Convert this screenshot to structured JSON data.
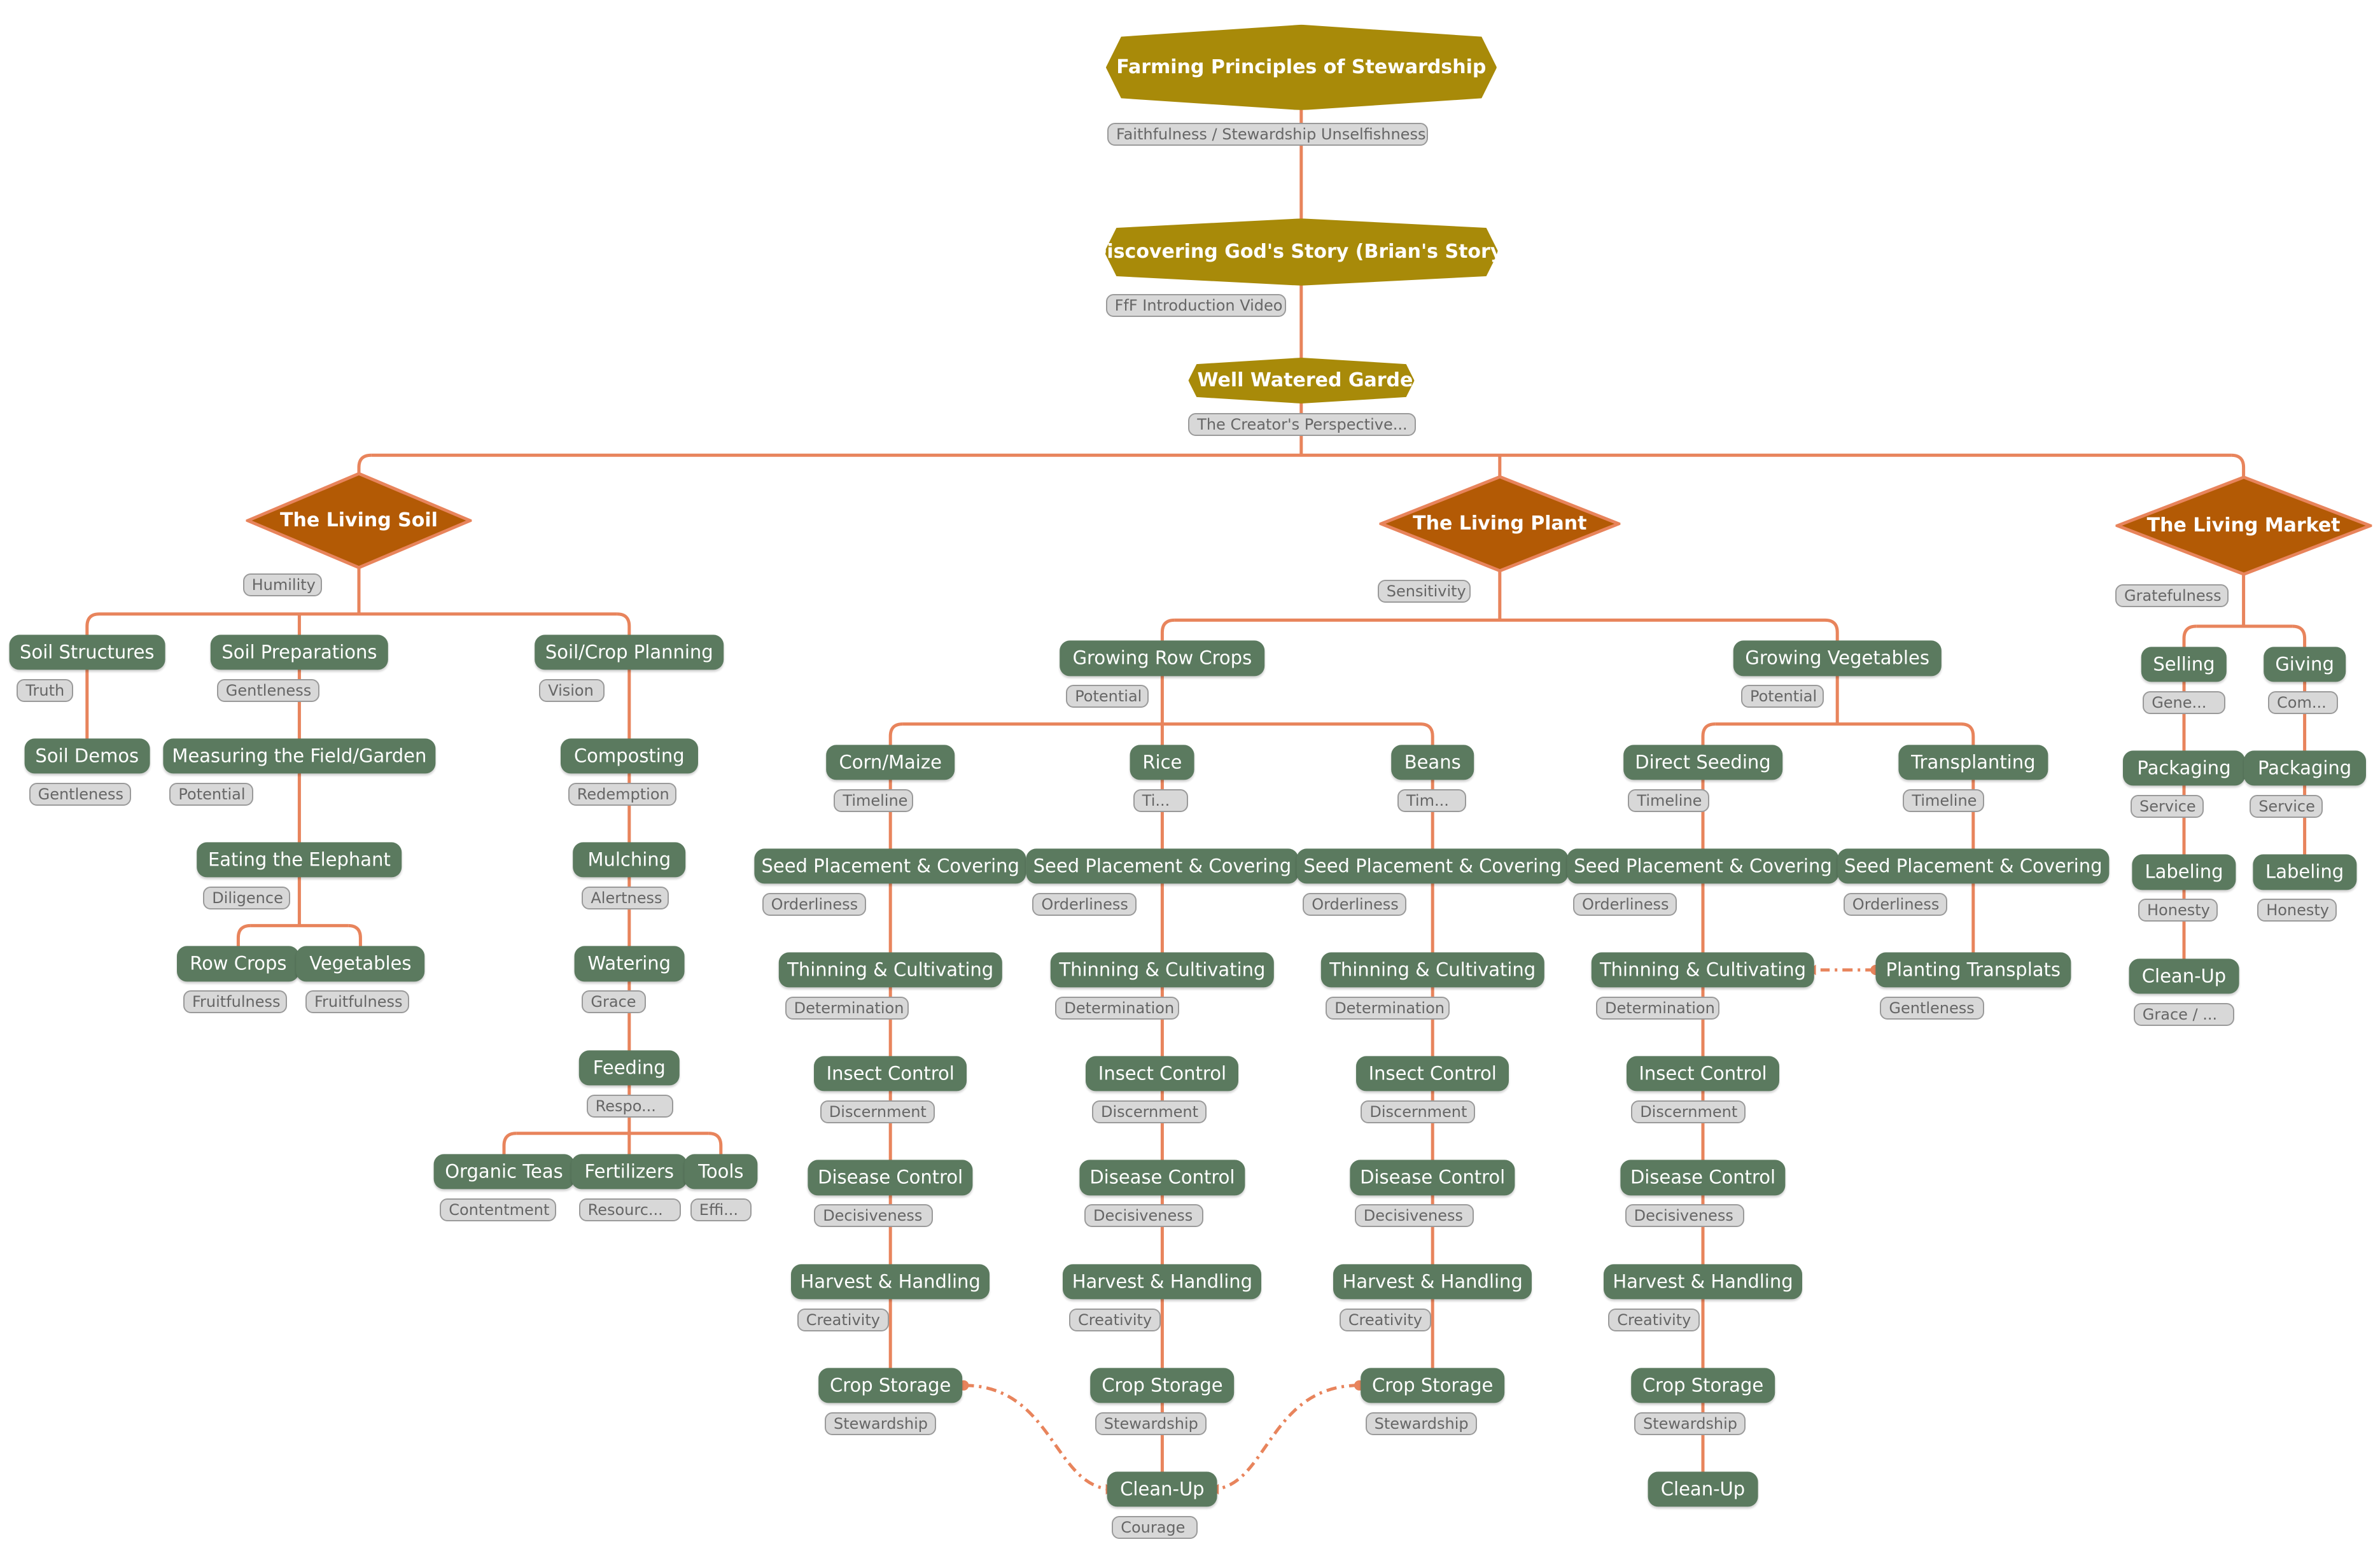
{
  "colors": {
    "line": "#e8845c",
    "hex_fill": "#a88a09",
    "diamond_fill": "#b35a05",
    "diamond_stroke": "#e8845c",
    "node_fill": "#5b7a5f",
    "tag_fill": "#d8d8d8",
    "tag_stroke": "#9a9a9a"
  },
  "title_nodes": [
    {
      "label": "Farming Principles of Stewardship",
      "tag": "Faithfulness / Stewardship Unselfishness"
    },
    {
      "label": "Discovering God's Story (Brian's Story)",
      "tag": "FfF Introduction Video"
    },
    {
      "label": "A Well Watered Garden",
      "tag": "The Creator's Perspective..."
    }
  ],
  "categories": [
    {
      "label": "The Living Soil",
      "tag": "Humility"
    },
    {
      "label": "The Living Plant",
      "tag": "Sensitivity"
    },
    {
      "label": "The Living Market",
      "tag": "Gratefulness"
    }
  ],
  "nodes": {
    "soil_structures": {
      "label": "Soil Structures",
      "tag": "Truth"
    },
    "soil_demos": {
      "label": "Soil Demos",
      "tag": "Gentleness"
    },
    "soil_preparations": {
      "label": "Soil Preparations",
      "tag": "Gentleness"
    },
    "measuring": {
      "label": "Measuring the Field/Garden",
      "tag": "Potential"
    },
    "eating_elephant": {
      "label": "Eating the Elephant",
      "tag": "Diligence"
    },
    "row_crops": {
      "label": "Row Crops",
      "tag": "Fruitfulness"
    },
    "vegetables": {
      "label": "Vegetables",
      "tag": "Fruitfulness"
    },
    "soil_crop_planning": {
      "label": "Soil/Crop Planning",
      "tag": "Vision"
    },
    "composting": {
      "label": "Composting",
      "tag": "Redemption"
    },
    "mulching": {
      "label": "Mulching",
      "tag": "Alertness"
    },
    "watering": {
      "label": "Watering",
      "tag": "Grace"
    },
    "feeding": {
      "label": "Feeding",
      "tag": "Respo..."
    },
    "organic_teas": {
      "label": "Organic Teas",
      "tag": "Contentment"
    },
    "fertilizers": {
      "label": "Fertilizers",
      "tag": "Resourc..."
    },
    "tools": {
      "label": "Tools",
      "tag": "Effi..."
    },
    "growing_row_crops": {
      "label": "Growing Row Crops",
      "tag": "Potential"
    },
    "growing_vegetables": {
      "label": "Growing Vegetables",
      "tag": "Potential"
    },
    "corn": {
      "label": "Corn/Maize",
      "tag": "Timeline"
    },
    "rice": {
      "label": "Rice",
      "tag": "Ti..."
    },
    "beans": {
      "label": "Beans",
      "tag": "Tim..."
    },
    "direct_seeding": {
      "label": "Direct Seeding",
      "tag": "Timeline"
    },
    "transplanting": {
      "label": "Transplanting",
      "tag": "Timeline"
    },
    "seed_a": {
      "label": "Seed Placement & Covering",
      "tag": "Orderliness"
    },
    "seed_b": {
      "label": "Seed Placement & Covering",
      "tag": "Orderliness"
    },
    "seed_c": {
      "label": "Seed Placement & Covering",
      "tag": "Orderliness"
    },
    "seed_d": {
      "label": "Seed Placement & Covering",
      "tag": "Orderliness"
    },
    "seed_e": {
      "label": "Seed Placement & Covering",
      "tag": "Orderliness"
    },
    "thin_a": {
      "label": "Thinning & Cultivating",
      "tag": "Determination"
    },
    "thin_b": {
      "label": "Thinning & Cultivating",
      "tag": "Determination"
    },
    "thin_c": {
      "label": "Thinning & Cultivating",
      "tag": "Determination"
    },
    "thin_d": {
      "label": "Thinning & Cultivating",
      "tag": "Determination"
    },
    "planting_transplats": {
      "label": "Planting Transplats",
      "tag": "Gentleness"
    },
    "insect_a": {
      "label": "Insect Control",
      "tag": "Discernment"
    },
    "insect_b": {
      "label": "Insect Control",
      "tag": "Discernment"
    },
    "insect_c": {
      "label": "Insect Control",
      "tag": "Discernment"
    },
    "insect_d": {
      "label": "Insect Control",
      "tag": "Discernment"
    },
    "disease_a": {
      "label": "Disease Control",
      "tag": "Decisiveness"
    },
    "disease_b": {
      "label": "Disease Control",
      "tag": "Decisiveness"
    },
    "disease_c": {
      "label": "Disease Control",
      "tag": "Decisiveness"
    },
    "disease_d": {
      "label": "Disease Control",
      "tag": "Decisiveness"
    },
    "harvest_a": {
      "label": "Harvest & Handling",
      "tag": "Creativity"
    },
    "harvest_b": {
      "label": "Harvest & Handling",
      "tag": "Creativity"
    },
    "harvest_c": {
      "label": "Harvest & Handling",
      "tag": "Creativity"
    },
    "harvest_d": {
      "label": "Harvest & Handling",
      "tag": "Creativity"
    },
    "storage_a": {
      "label": "Crop Storage",
      "tag": "Stewardship"
    },
    "storage_b": {
      "label": "Crop Storage",
      "tag": "Stewardship"
    },
    "storage_c": {
      "label": "Crop Storage",
      "tag": "Stewardship"
    },
    "storage_d": {
      "label": "Crop Storage",
      "tag": "Stewardship"
    },
    "cleanup_b": {
      "label": "Clean-Up",
      "tag": "Courage"
    },
    "cleanup_d": {
      "label": "Clean-Up",
      "tag": ""
    },
    "selling": {
      "label": "Selling",
      "tag": "Gene..."
    },
    "packaging_s": {
      "label": "Packaging",
      "tag": "Service"
    },
    "labeling_s": {
      "label": "Labeling",
      "tag": "Honesty"
    },
    "cleanup_s": {
      "label": "Clean-Up",
      "tag": "Grace / ..."
    },
    "giving": {
      "label": "Giving",
      "tag": "Com..."
    },
    "packaging_g": {
      "label": "Packaging",
      "tag": "Service"
    },
    "labeling_g": {
      "label": "Labeling",
      "tag": "Honesty"
    }
  }
}
